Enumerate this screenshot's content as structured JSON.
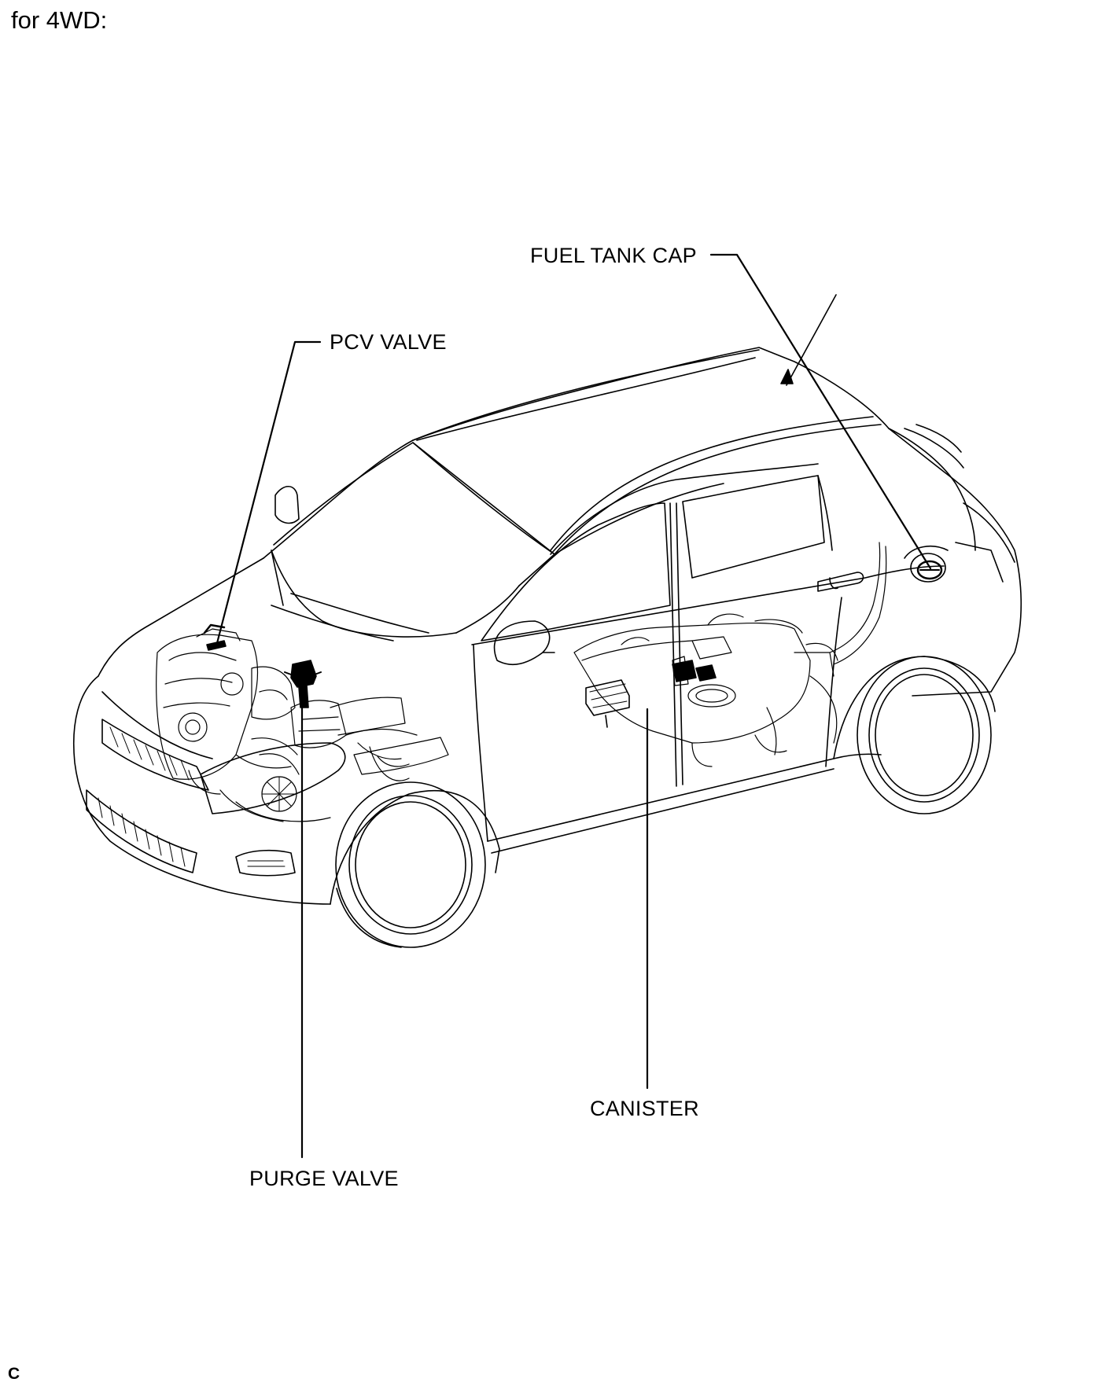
{
  "heading": "for 4WD:",
  "labels": {
    "fuel_tank_cap": "FUEL TANK CAP",
    "pcv_valve": "PCV VALVE",
    "canister": "CANISTER",
    "purge_valve": "PURGE VALVE"
  },
  "corner_code": "C",
  "colors": {
    "line": "#000000",
    "background": "#ffffff"
  }
}
